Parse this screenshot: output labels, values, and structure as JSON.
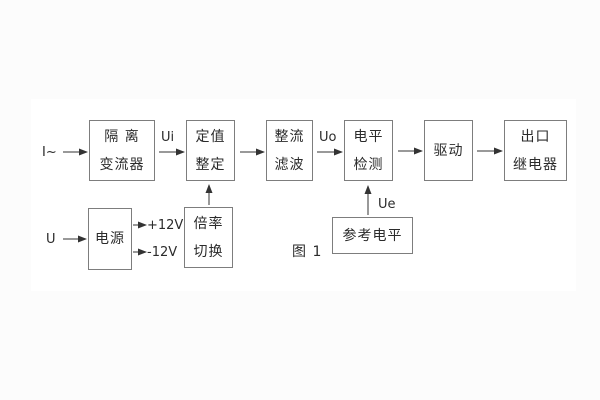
{
  "figure": {
    "caption": "图 1"
  },
  "inputs": {
    "current": "I~",
    "voltage": "U"
  },
  "signals": {
    "ui": "Ui",
    "uo": "Uo",
    "ue": "Ue",
    "plus12": "+12V",
    "minus12": "-12V"
  },
  "blocks": {
    "isolation": {
      "line1": "隔 离",
      "line2": "变流器"
    },
    "setting": {
      "line1": "定值",
      "line2": "整定"
    },
    "rectifier": {
      "line1": "整流",
      "line2": "滤波"
    },
    "level": {
      "line1": "电平",
      "line2": "检测"
    },
    "drive": {
      "label": "驱动"
    },
    "relay": {
      "line1": "出口",
      "line2": "继电器"
    },
    "power": {
      "label": "电源"
    },
    "ratio": {
      "line1": "倍率",
      "line2": "切换"
    },
    "reference": {
      "label": "参考电平"
    }
  },
  "colors": {
    "background": "#fcfcfc",
    "panel": "#ffffff",
    "box_border": "#7d7d7d",
    "text": "#2b2b2b",
    "arrow": "#333333"
  }
}
